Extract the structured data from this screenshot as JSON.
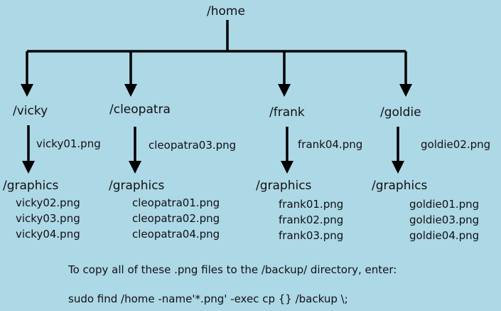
{
  "root": {
    "label": "/home"
  },
  "users": [
    {
      "dir": "/vicky",
      "loose_file": "vicky01.png",
      "graphics_dir": "/graphics",
      "graphics_files": [
        "vicky02.png",
        "vicky03.png",
        "vicky04.png"
      ]
    },
    {
      "dir": "/cleopatra",
      "loose_file": "cleopatra03.png",
      "graphics_dir": "/graphics",
      "graphics_files": [
        "cleopatra01.png",
        "cleopatra02.png",
        "cleopatra04.png"
      ]
    },
    {
      "dir": "/frank",
      "loose_file": "frank04.png",
      "graphics_dir": "/graphics",
      "graphics_files": [
        "frank01.png",
        "frank02.png",
        "frank03.png"
      ]
    },
    {
      "dir": "/goldie",
      "loose_file": "goldie02.png",
      "graphics_dir": "/graphics",
      "graphics_files": [
        "goldie01.png",
        "goldie03.png",
        "goldie04.png"
      ]
    }
  ],
  "instruction": "To copy all of these .png files to the /backup/ directory, enter:",
  "command": "sudo find /home -name'*.png' -exec cp {} /backup \\;",
  "colors": {
    "background": "#add8e6",
    "lines": "#000000",
    "text": "#111111"
  }
}
